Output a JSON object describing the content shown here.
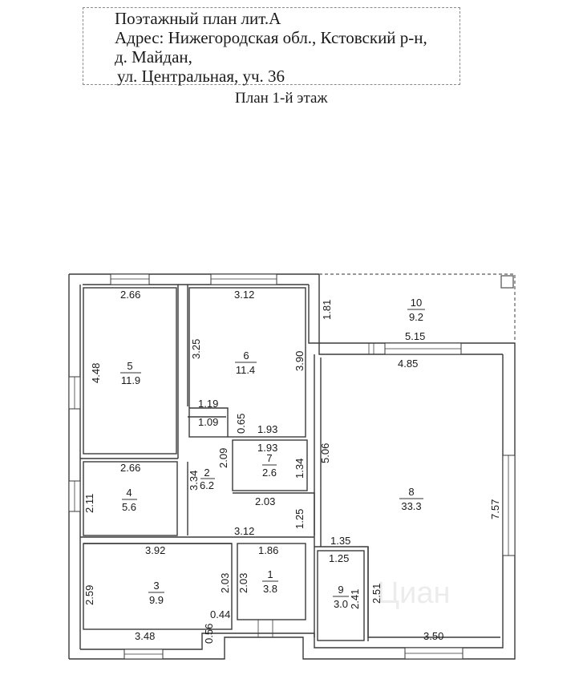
{
  "header": {
    "line1": "Поэтажный план лит.А",
    "line2": "Адрес: Нижегородская обл., Кстовский р-н,",
    "line3": "д. Майдан,",
    "line4": "ул. Центральная, уч. 36"
  },
  "plan_title": "План 1-й этаж",
  "watermark": "Циан",
  "rooms": [
    {
      "number": "5",
      "area": "11.9"
    },
    {
      "number": "6",
      "area": "11.4"
    },
    {
      "number": "10",
      "area": "9.2"
    },
    {
      "number": "7",
      "area": "2.6"
    },
    {
      "number": "2",
      "area": "6.2"
    },
    {
      "number": "4",
      "area": "5.6"
    },
    {
      "number": "8",
      "area": "33.3"
    },
    {
      "number": "3",
      "area": "9.9"
    },
    {
      "number": "1",
      "area": "3.8"
    },
    {
      "number": "9",
      "area": "3.0"
    }
  ],
  "dimensions": {
    "d_2_66_top": "2.66",
    "d_3_12_top": "3.12",
    "d_1_81": "1.81",
    "d_5_15": "5.15",
    "d_4_85": "4.85",
    "d_4_48": "4.48",
    "d_3_25": "3.25",
    "d_3_90": "3.90",
    "d_1_19": "1.19",
    "d_1_09": "1.09",
    "d_0_65": "0.65",
    "d_1_93_a": "1.93",
    "d_1_93_b": "1.93",
    "d_2_09": "2.09",
    "d_1_34": "1.34",
    "d_5_06": "5.06",
    "d_2_66_mid": "2.66",
    "d_3_34": "3.34",
    "d_2_11": "2.11",
    "d_2_03_a": "2.03",
    "d_1_25_v": "1.25",
    "d_7_57": "7.57",
    "d_3_12_mid": "3.12",
    "d_1_35": "1.35",
    "d_3_92": "3.92",
    "d_1_86": "1.86",
    "d_1_25_h": "1.25",
    "d_2_59": "2.59",
    "d_2_03_b": "2.03",
    "d_2_03_c": "2.03",
    "d_2_41": "2.41",
    "d_2_51": "2.51",
    "d_0_44": "0.44",
    "d_0_56": "0.56",
    "d_3_48": "3.48",
    "d_3_50": "3.50"
  }
}
